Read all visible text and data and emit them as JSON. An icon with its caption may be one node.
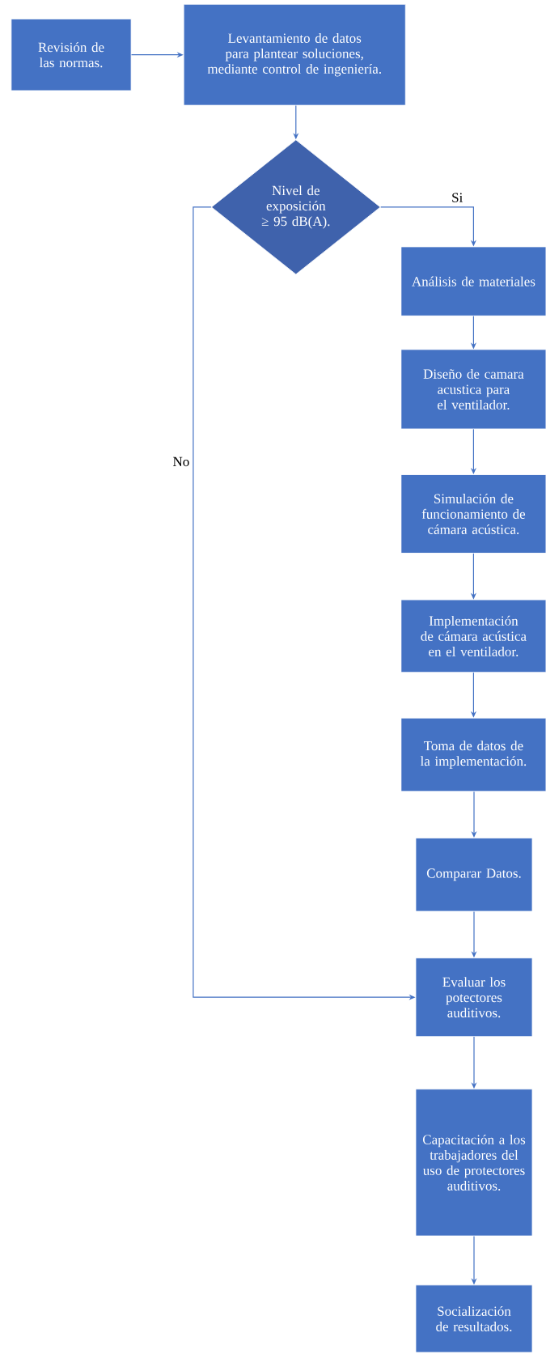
{
  "diagram": {
    "nodes": [
      {
        "text": [
          "Revisión de las normas."
        ]
      },
      {
        "text": [
          "Levantamiento de datos para plantear soluciones, mediante control de ingeniería."
        ]
      },
      {
        "text": [
          "Nivel de exposición ≥ 95 dB(A)."
        ]
      },
      {
        "text": [
          "Análisis de materiales"
        ]
      },
      {
        "text": [
          "Diseño de camara acustica para el ventilador."
        ]
      },
      {
        "text": [
          "Simulación de funcionamiento de cámara acústica."
        ]
      },
      {
        "text": [
          "Implementación de cámara acústica en el ventilador."
        ]
      },
      {
        "text": [
          "Toma de datos de la implementación."
        ]
      },
      {
        "text": [
          "Comparar Datos."
        ]
      },
      {
        "text": [
          "Evaluar los potectores auditivos."
        ]
      },
      {
        "text": [
          "Capacitación a los trabajadores del uso de protectores auditivos."
        ]
      },
      {
        "text": [
          "Socialización de resultados."
        ]
      }
    ],
    "edges": [
      {
        "from": 0,
        "to": 1,
        "arrow": "to"
      },
      {
        "from": 1,
        "to": 2,
        "arrow": "to"
      },
      {
        "from": 2,
        "to": 3,
        "arrow": "to",
        "label": "Si"
      },
      {
        "from": 3,
        "to": 4,
        "arrow": "to"
      },
      {
        "from": 4,
        "to": 5,
        "arrow": "to"
      },
      {
        "from": 5,
        "to": 6,
        "arrow": "to"
      },
      {
        "from": 6,
        "to": 7,
        "arrow": "to"
      },
      {
        "from": 7,
        "to": 8,
        "arrow": "to"
      },
      {
        "from": 8,
        "to": 9,
        "arrow": "to"
      },
      {
        "from": 2,
        "to": 9,
        "arrow": "to",
        "label": "No"
      },
      {
        "from": 9,
        "to": 10,
        "arrow": "to"
      },
      {
        "from": 10,
        "to": 11,
        "arrow": "to"
      }
    ]
  }
}
